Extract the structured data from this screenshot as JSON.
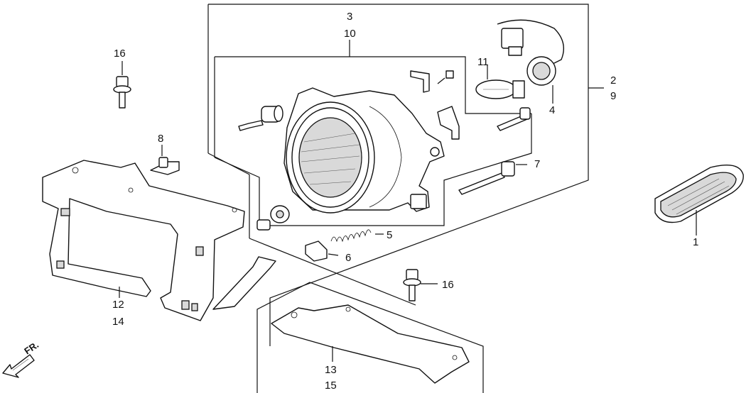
{
  "callouts": {
    "c1": "1",
    "c2": "2",
    "c3": "3",
    "c4": "4",
    "c5": "5",
    "c6": "6",
    "c7": "7",
    "c8": "8",
    "c9": "9",
    "c10": "10",
    "c11": "11",
    "c12": "12",
    "c13": "13",
    "c14": "14",
    "c15": "15",
    "c16a": "16",
    "c16b": "16"
  },
  "direction_label": "FR.",
  "colors": {
    "ink": "#111111",
    "background": "#ffffff"
  }
}
